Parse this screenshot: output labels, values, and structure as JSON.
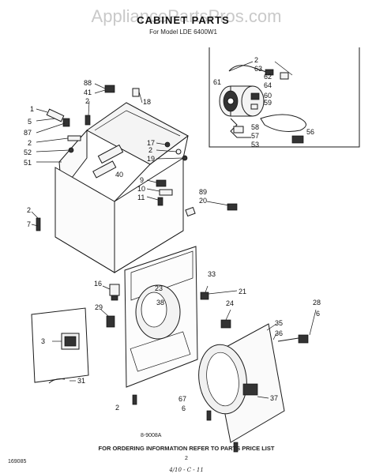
{
  "watermark": "AppliancePartsPros.com",
  "title": "CABINET PARTS",
  "subtitle": "For Model LDE 6400W1",
  "diagram_code": "8-9008A",
  "footer_note": "FOR ORDERING INFORMATION REFER TO PARTS PRICE LIST",
  "page_number": "2",
  "left_code": "169085",
  "handwritten": "4/10 - C - 11",
  "callouts": {
    "c1": "1",
    "c5": "5",
    "c87": "87",
    "c2a": "2",
    "c52": "52",
    "c51": "51",
    "c88": "88",
    "c41": "41",
    "c2b": "2",
    "c18": "18",
    "c40": "40",
    "c17": "17",
    "c2c": "2",
    "c19": "19",
    "c9": "9",
    "c10": "10",
    "c11": "11",
    "c89": "89",
    "c20": "20",
    "c2d": "2",
    "c7": "7",
    "c16": "16",
    "c23": "23",
    "c38": "38",
    "c33": "33",
    "c21": "21",
    "c29": "29",
    "c24": "24",
    "c3": "3",
    "c31": "31",
    "c28": "28",
    "c6a": "6",
    "c35": "35",
    "c36": "36",
    "c37": "37",
    "c67": "67",
    "c6b": "6",
    "c2e": "2",
    "c2f": "2",
    "c63": "63",
    "c61": "61",
    "c62": "62",
    "c64": "64",
    "c60": "60",
    "c59": "59",
    "c58": "58",
    "c57": "57",
    "c53": "53",
    "c56": "56"
  }
}
